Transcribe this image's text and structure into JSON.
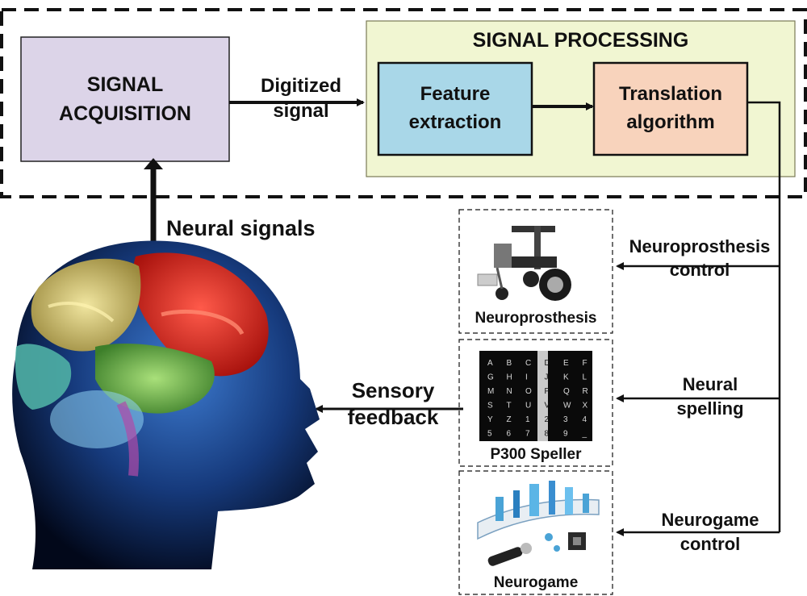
{
  "blocks": {
    "acquisition": "SIGNAL\nACQUISITION",
    "processing_title": "SIGNAL PROCESSING",
    "feature": "Feature\nextraction",
    "translation": "Translation\nalgorithm"
  },
  "edges": {
    "digitized": "Digitized\nsignal",
    "neural_signals": "Neural signals",
    "sensory_feedback": "Sensory\nfeedback",
    "neuroprosthesis_control": "Neuroprosthesis\ncontrol",
    "neural_spelling": "Neural\nspelling",
    "neurogame_control": "Neurogame\ncontrol"
  },
  "devices": {
    "neuroprosthesis": "Neuroprosthesis",
    "speller": "P300 Speller",
    "neurogame": "Neurogame"
  },
  "speller_grid": [
    [
      "A",
      "B",
      "C",
      "D",
      "E",
      "F"
    ],
    [
      "G",
      "H",
      "I",
      "J",
      "K",
      "L"
    ],
    [
      "M",
      "N",
      "O",
      "P",
      "Q",
      "R"
    ],
    [
      "S",
      "T",
      "U",
      "V",
      "W",
      "X"
    ],
    [
      "Y",
      "Z",
      "1",
      "2",
      "3",
      "4"
    ],
    [
      "5",
      "6",
      "7",
      "8",
      "9",
      "_"
    ]
  ],
  "colors": {
    "acquisition_fill": "#dcd4e8",
    "processing_fill": "#f1f6d2",
    "feature_fill": "#a9d7e8",
    "translation_fill": "#f8d3bc"
  }
}
